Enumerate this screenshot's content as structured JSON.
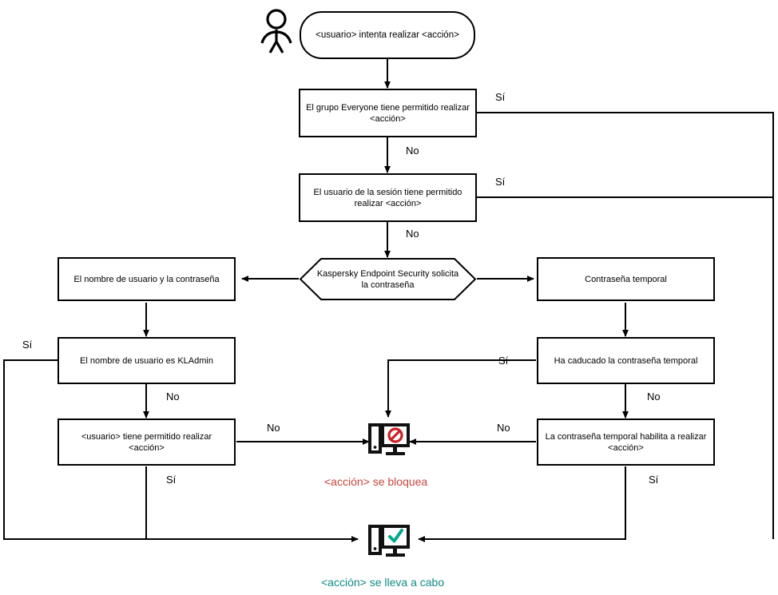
{
  "diagram": {
    "title": "Kaspersky Endpoint Security password check flow",
    "language": "es",
    "colors": {
      "line": "#000000",
      "box_border": "#000000",
      "blocked_text": "#c8453c",
      "allowed_text": "#0f8a82",
      "blocked_symbol": "#cc2027",
      "allowed_symbol": "#00a88e"
    },
    "start": {
      "id": "start",
      "shape": "terminator",
      "text": "<usuario> intenta realizar <acción>"
    },
    "actor": {
      "id": "actor",
      "icon": "person-icon",
      "label": ""
    },
    "nodes": [
      {
        "id": "everyone",
        "shape": "process",
        "text": "El grupo Everyone tiene permitido realizar <acción>"
      },
      {
        "id": "session-user",
        "shape": "process",
        "text": "El usuario de la sesión tiene permitido realizar <acción>"
      },
      {
        "id": "kes-prompt",
        "shape": "hexagon",
        "text": "Kaspersky Endpoint Security solicita la contraseña"
      },
      {
        "id": "user-password",
        "shape": "process",
        "text": "El nombre de usuario y la contraseña"
      },
      {
        "id": "temp-password",
        "shape": "process",
        "text": "Contraseña temporal"
      },
      {
        "id": "is-kladmin",
        "shape": "process",
        "text": "El nombre de usuario es KLAdmin"
      },
      {
        "id": "temp-expired",
        "shape": "process",
        "text": "Ha caducado la contraseña temporal"
      },
      {
        "id": "user-allowed",
        "shape": "process",
        "text": "<usuario> tiene permitido realizar <acción>"
      },
      {
        "id": "temp-enables",
        "shape": "process",
        "text": "La contraseña temporal habilita a realizar <acción>"
      }
    ],
    "edge_labels": [
      {
        "id": "everyone-yes",
        "text": "Sí"
      },
      {
        "id": "everyone-no",
        "text": "No"
      },
      {
        "id": "session-yes",
        "text": "Sí"
      },
      {
        "id": "session-no",
        "text": "No"
      },
      {
        "id": "kladmin-yes",
        "text": "Sí"
      },
      {
        "id": "kladmin-no",
        "text": "No"
      },
      {
        "id": "user-allowed-no",
        "text": "No"
      },
      {
        "id": "user-allowed-yes",
        "text": "Sí"
      },
      {
        "id": "temp-expired-yes",
        "text": "Sí"
      },
      {
        "id": "temp-expired-no",
        "text": "No"
      },
      {
        "id": "temp-enables-no",
        "text": "No"
      },
      {
        "id": "temp-enables-yes",
        "text": "Sí"
      }
    ],
    "outcomes": [
      {
        "id": "blocked",
        "icon": "monitor-blocked-icon",
        "caption": "<acción> se bloquea"
      },
      {
        "id": "allowed",
        "icon": "monitor-check-icon",
        "caption": "<acción> se lleva a cabo"
      }
    ]
  }
}
